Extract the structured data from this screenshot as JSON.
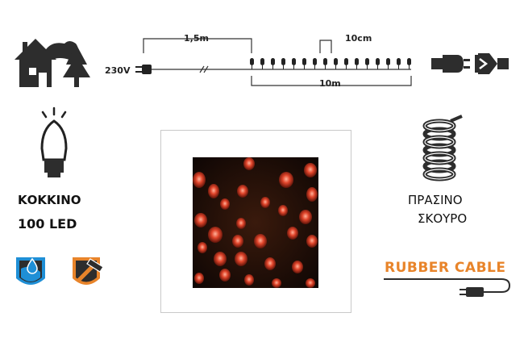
{
  "voltage": "230V",
  "dimensions": {
    "lead_length": "1,5m",
    "led_spacing": "10cm",
    "lit_length": "10m"
  },
  "light": {
    "color_name": "ΚΟΚΚΙΝΟ",
    "led_count": "100 LED"
  },
  "cable": {
    "color_line1": "ΠΡΑΣΙΝΟ",
    "color_line2": "ΣΚΟΥΡΟ",
    "type": "RUBBER CABLE"
  },
  "icons": [
    "indoor-outdoor-icon",
    "bulb-icon",
    "connectable-plug-icon",
    "coil-cable-icon",
    "waterproof-shield-icon",
    "durable-hammer-icon",
    "rubber-cable-plug-icon"
  ],
  "colors": {
    "accent": "#e8842a",
    "water": "#1f8fd6",
    "led": "#e0442a"
  }
}
